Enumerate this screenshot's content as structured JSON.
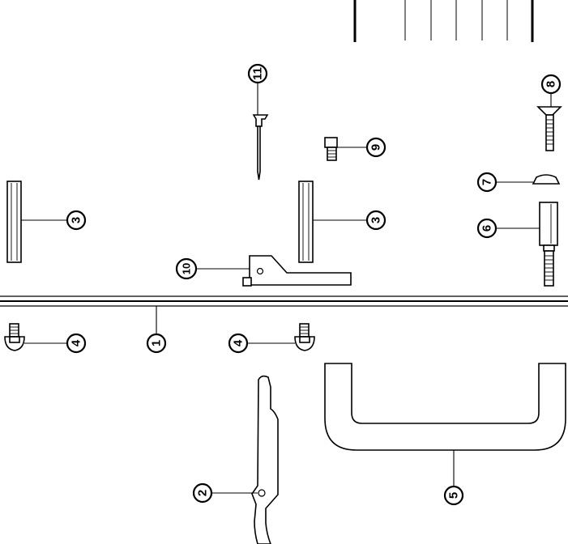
{
  "callouts": [
    {
      "id": "c1",
      "label": "1"
    },
    {
      "id": "c2",
      "label": "2"
    },
    {
      "id": "c3a",
      "label": "3"
    },
    {
      "id": "c3b",
      "label": "3"
    },
    {
      "id": "c4a",
      "label": "4"
    },
    {
      "id": "c4b",
      "label": "4"
    },
    {
      "id": "c5",
      "label": "5"
    },
    {
      "id": "c6",
      "label": "6"
    },
    {
      "id": "c7",
      "label": "7"
    },
    {
      "id": "c8",
      "label": "8"
    },
    {
      "id": "c9",
      "label": "9"
    },
    {
      "id": "c10",
      "label": "10"
    },
    {
      "id": "c11",
      "label": "11"
    }
  ],
  "colors": {
    "ink": "#000000",
    "paper": "#ffffff"
  }
}
